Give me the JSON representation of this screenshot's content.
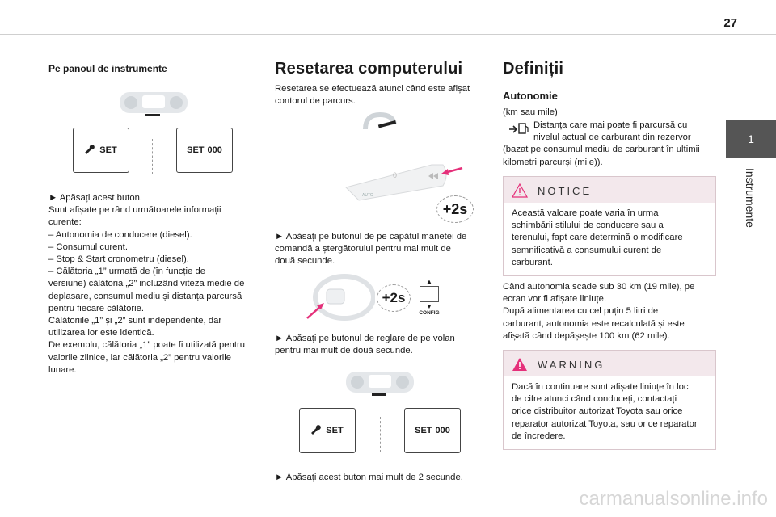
{
  "page": {
    "number": "27",
    "side_tab_number": "1",
    "side_tab_label": "Instrumente"
  },
  "col1": {
    "heading": "Pe panoul de instrumente",
    "btn_left_label": "SET",
    "btn_right_label_a": "SET",
    "btn_right_label_b": "000",
    "lines": [
      "► Apăsați acest buton.",
      "Sunt afișate pe rând următoarele informații",
      "curente:",
      "– Autonomia de conducere (diesel).",
      "– Consumul curent.",
      "– Stop & Start cronometru (diesel).",
      "– Călătoria „1” urmată de (în funcție de",
      "versiune) călătoria „2” incluzând viteza medie de",
      "deplasare, consumul mediu și distanța parcursă",
      "pentru fiecare călătorie.",
      "Călătoriile „1” și „2” sunt independente, dar",
      "utilizarea lor este identică.",
      "De exemplu, călătoria „1” poate fi utilizată pentru",
      "valorile zilnice, iar călătoria „2” pentru valorile",
      "lunare."
    ]
  },
  "col2": {
    "heading": "Resetarea computerului",
    "intro": [
      "Resetarea se efectuează atunci când este afișat",
      "contorul de parcurs."
    ],
    "badge_2s": "+2s",
    "stalk_auto": "AUTO",
    "step1_lines": [
      "► Apăsați pe butonul de pe capătul manetei de",
      "comandă a ștergătorului pentru mai mult de",
      "două secunde."
    ],
    "config_label": "CONFIG",
    "step2_lines": [
      "► Apăsați pe butonul de reglare de pe volan",
      "pentru mai mult de două secunde."
    ],
    "btn_left_label": "SET",
    "btn_right_label_a": "SET",
    "btn_right_label_b": "000",
    "step3": "► Apăsați acest buton mai mult de 2 secunde."
  },
  "col3": {
    "heading": "Definiții",
    "subheading": "Autonomie",
    "unit": "(km sau mile)",
    "def_lines": [
      "Distanța care mai poate fi parcursă cu",
      "nivelul actual de carburant din rezervor",
      "(bazat pe consumul mediu de carburant în ultimii",
      "kilometri parcurși (mile))."
    ],
    "notice_title": "NOTICE",
    "notice_lines": [
      "Această valoare poate varia în urma",
      "schimbării stilului de conducere sau a",
      "terenului, fapt care determină o modificare",
      "semnificativă a consumului curent de",
      "carburant."
    ],
    "para_lines": [
      "Când autonomia scade sub 30 km (19 mile), pe",
      "ecran vor fi afișate liniuțe.",
      "După alimentarea cu cel puțin 5 litri de",
      "carburant, autonomia este recalculată și este",
      "afișată când depășește 100 km (62 mile)."
    ],
    "warning_title": "WARNING",
    "warning_lines": [
      "Dacă în continuare sunt afișate liniuțe în loc",
      "de cifre atunci când conduceți, contactați",
      "orice distribuitor autorizat Toyota sau orice",
      "reparator autorizat Toyota, sau orice reparator",
      "de încredere."
    ]
  },
  "watermark": "carmanualsonline.info",
  "colors": {
    "accent_pink": "#e5307a",
    "box_header": "#f3e8ec",
    "side_tab": "#555555"
  },
  "icons": [
    "wrench-icon",
    "fuel-range-icon",
    "notice-triangle-icon",
    "warning-triangle-icon",
    "steering-wheel-icon",
    "wiper-stalk-icon",
    "pink-arrow-icon",
    "up-arrow-icon",
    "down-arrow-icon"
  ]
}
